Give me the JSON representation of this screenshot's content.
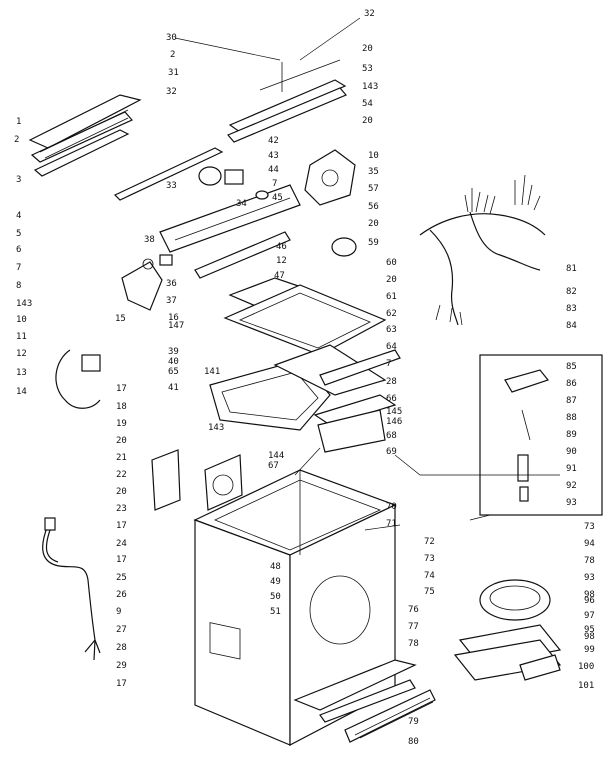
{
  "diagram": {
    "callouts": {
      "c32": "32",
      "c30": "30",
      "c2a": "2",
      "c20a": "20",
      "c53": "53",
      "c1": "1",
      "c2b": "2",
      "c31": "31",
      "c32b": "32",
      "c143a": "143",
      "c54": "54",
      "c20b": "20",
      "c42": "42",
      "c10": "10",
      "c43": "43",
      "c35": "35",
      "c3": "3",
      "c33": "33",
      "c44": "44",
      "c57": "57",
      "c34": "34",
      "c7a": "7",
      "c45": "45",
      "c56": "56",
      "c4": "4",
      "c5": "5",
      "c6": "6",
      "c7b": "7",
      "c20c": "20",
      "c38": "38",
      "c46": "46",
      "c59": "59",
      "c12a": "12",
      "c60": "60",
      "c8": "8",
      "c47": "47",
      "c20d": "20",
      "c61": "61",
      "c143b": "143",
      "c36": "36",
      "c10b": "10",
      "c37": "37",
      "c11": "11",
      "c15": "15",
      "c16": "16",
      "c147": "147",
      "c62": "62",
      "c82": "82",
      "c83": "83",
      "c84": "84",
      "c63": "63",
      "c12b": "12",
      "c39": "39",
      "c40": "40",
      "c65": "65",
      "c64": "64",
      "c7c": "7",
      "c13": "13",
      "c141": "141",
      "c28a": "28",
      "c14": "14",
      "c41": "41",
      "c66": "66",
      "c145": "145",
      "c146": "146",
      "c68": "68",
      "c143c": "143",
      "c144": "144",
      "c67": "67",
      "c17a": "17",
      "c18": "18",
      "c19": "19",
      "c20e": "20",
      "c21": "21",
      "c22": "22",
      "c20f": "20",
      "c23": "23",
      "c17b": "17",
      "c24": "24",
      "c17c": "17",
      "c25": "25",
      "c26": "26",
      "c9": "9",
      "c27": "27",
      "c28b": "28",
      "c29": "29",
      "c17d": "17",
      "c69": "69",
      "c70": "70",
      "c71": "71",
      "c72": "72",
      "c73a": "73",
      "c74": "74",
      "c75": "75",
      "c48": "48",
      "c49": "49",
      "c50": "50",
      "c51": "51",
      "c76": "76",
      "c77": "77",
      "c78": "78",
      "c79": "79",
      "c80": "80",
      "c85": "85",
      "c86": "86",
      "c87": "87",
      "c88": "88",
      "c89": "89",
      "c90": "90",
      "c91": "91",
      "c92": "92",
      "c93a": "93",
      "c73b": "73",
      "c94": "94",
      "c78b": "78",
      "c93b": "93",
      "c98a": "98",
      "c96": "96",
      "c97": "97",
      "c95": "95",
      "c98b": "98",
      "c99": "99",
      "c100": "100",
      "c101": "101",
      "c81": "81"
    }
  }
}
